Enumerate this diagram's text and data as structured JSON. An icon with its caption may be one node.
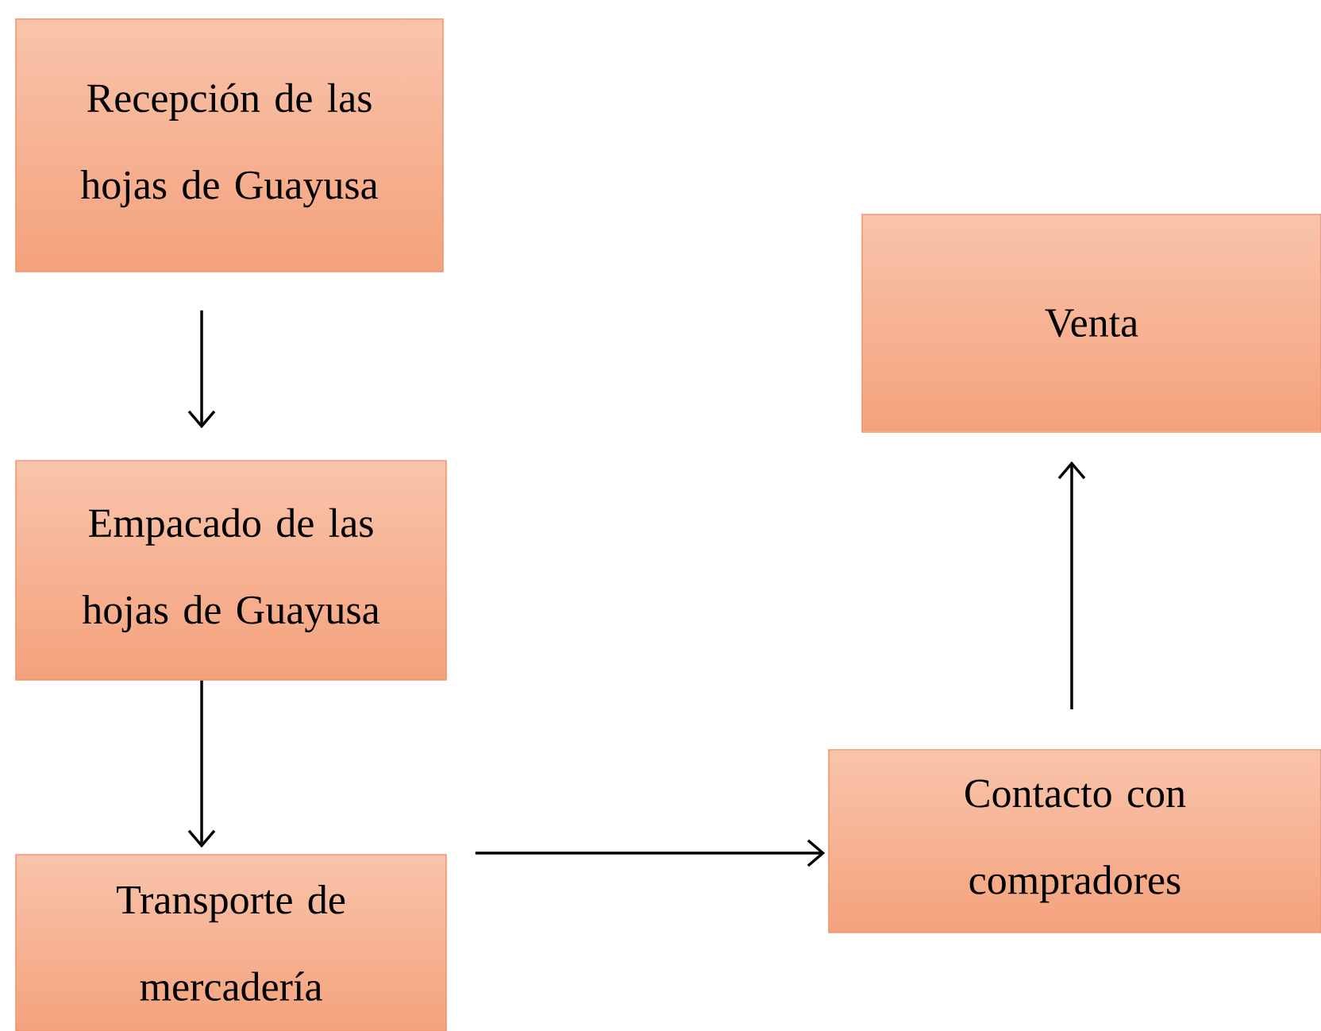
{
  "diagram": {
    "nodes": [
      {
        "text": [
          "Recepción de las hojas de Guayusa"
        ]
      },
      {
        "text": [
          "Empacado de las hojas de Guayusa"
        ]
      },
      {
        "text": [
          "Transporte de mercadería"
        ]
      },
      {
        "text": [
          "Contacto con compradores"
        ]
      },
      {
        "text": [
          "Venta"
        ]
      }
    ],
    "edges": [
      {
        "from": 0,
        "to": 1,
        "arrow": "to"
      },
      {
        "from": 1,
        "to": 2,
        "arrow": "to"
      },
      {
        "from": 2,
        "to": 3,
        "arrow": "to"
      },
      {
        "from": 3,
        "to": 4,
        "arrow": "to"
      }
    ]
  }
}
